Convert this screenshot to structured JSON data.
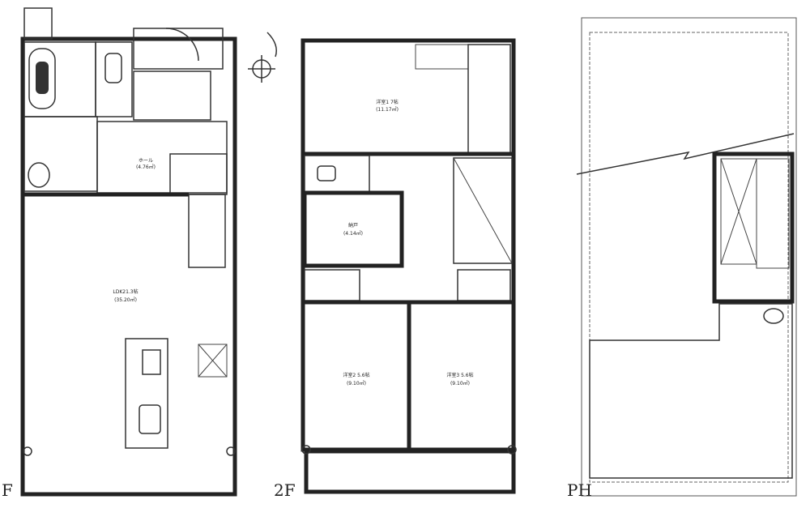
{
  "floors": {
    "first": {
      "label": "F",
      "rooms": {
        "hall": {
          "name": "ホール",
          "area": "(4.76㎡)"
        },
        "ldk": {
          "name": "LDK21.3帖",
          "area": "(35.20㎡)"
        }
      }
    },
    "second": {
      "label": "2F",
      "rooms": {
        "western1": {
          "name": "洋室1 7帖",
          "area": "(11.17㎡)"
        },
        "closet": {
          "name": "納戸",
          "area": "(4.14㎡)"
        },
        "western2": {
          "name": "洋室2 5.6帖",
          "area": "(9.10㎡)"
        },
        "western3": {
          "name": "洋室3 5.6帖",
          "area": "(9.10㎡)"
        }
      }
    },
    "penthouse": {
      "label": "PH"
    }
  },
  "colors": {
    "line": "#222222",
    "background": "#ffffff"
  }
}
